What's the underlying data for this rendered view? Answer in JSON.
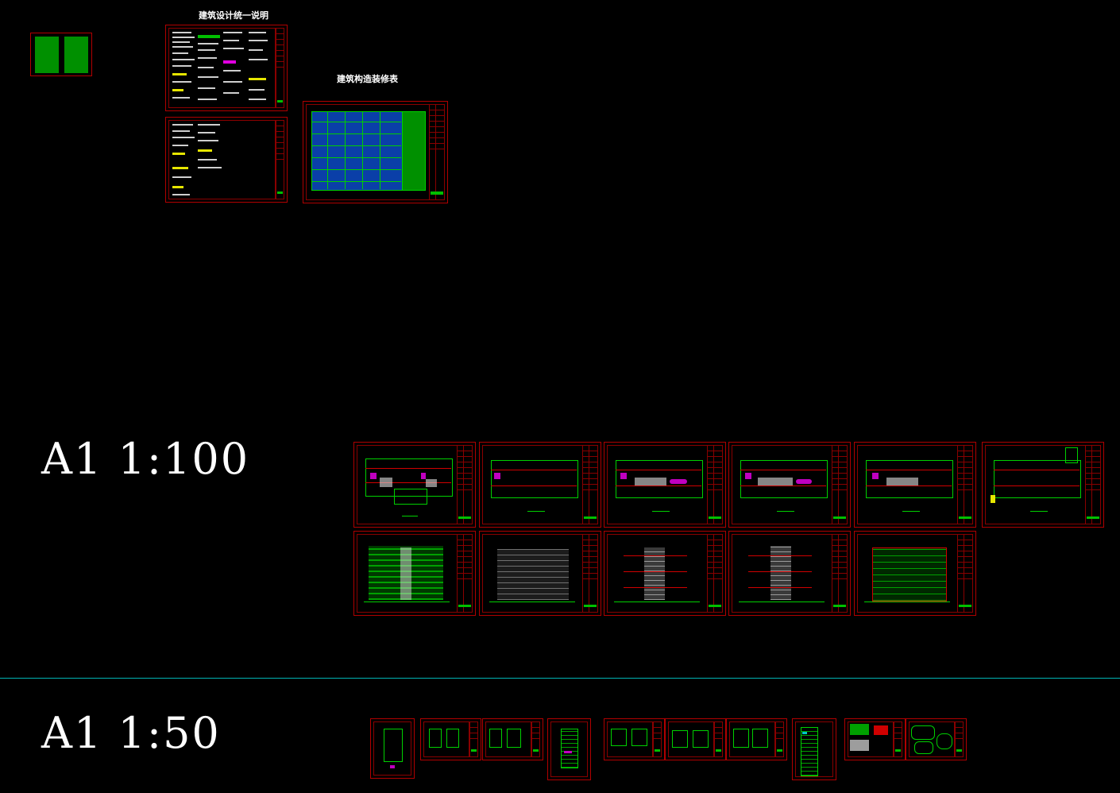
{
  "headings": {
    "design_notes": "建筑设计统一说明",
    "finish_table": "建筑构造装修表"
  },
  "scale_labels": {
    "a1_100": "A1  1:100",
    "a1_50": "A1  1:50"
  },
  "colors": {
    "background": "#000000",
    "frame": "#b00000",
    "linework": "#00d000",
    "guide_line": "#00b4b4",
    "label_text": "#ffffff"
  }
}
